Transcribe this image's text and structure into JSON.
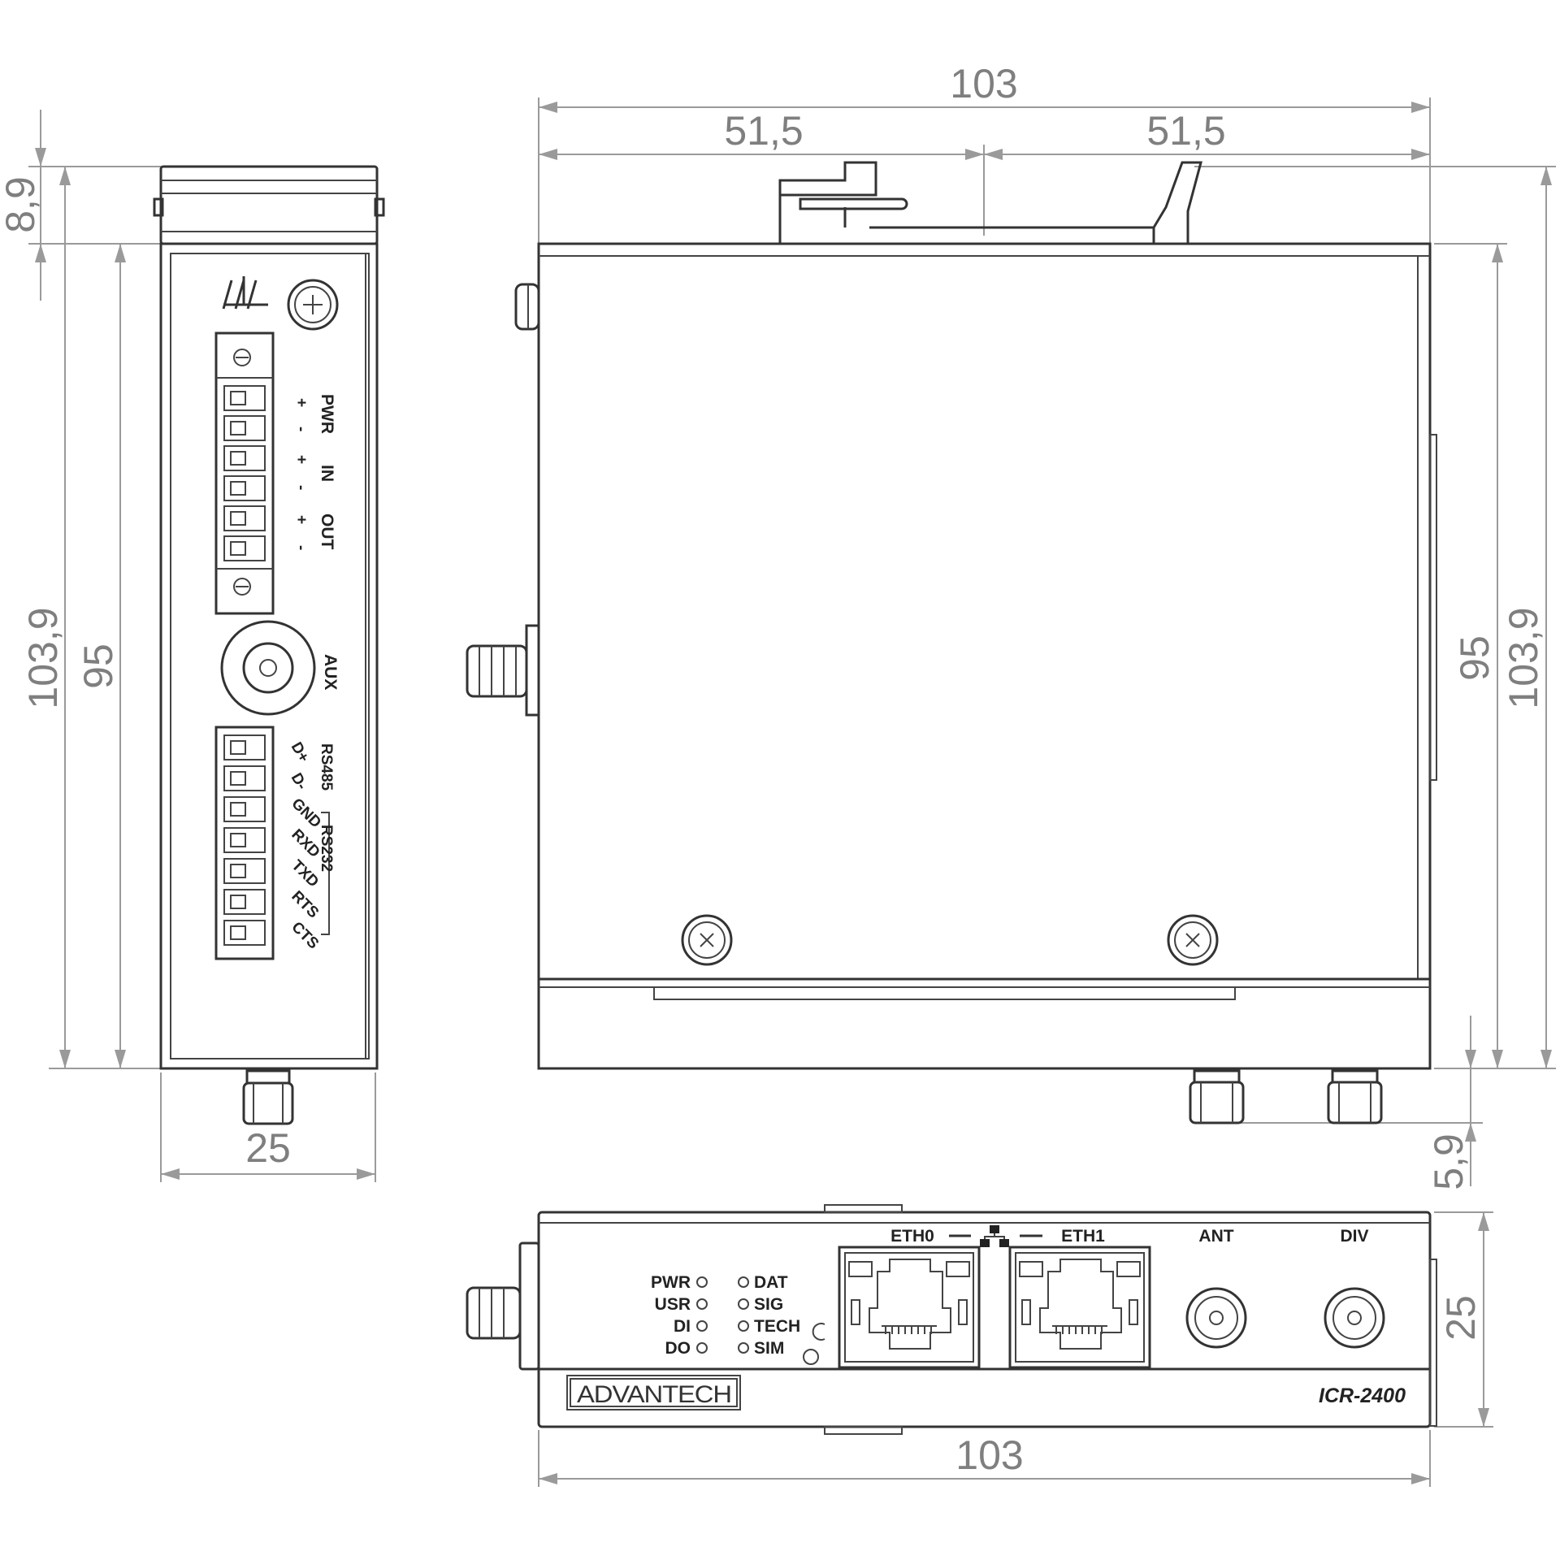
{
  "dimensions": {
    "side_total_height": "103,9",
    "side_body_height": "95",
    "side_top_offset": "8,9",
    "side_width": "25",
    "top_width": "103",
    "top_half_left": "51,5",
    "top_half_right": "51,5",
    "top_right_body_height": "95",
    "top_right_total_height": "103,9",
    "antenna_offset": "5,9",
    "front_width": "103",
    "front_height": "25"
  },
  "side_panel": {
    "power_labels": [
      "PWR",
      "IN",
      "OUT"
    ],
    "power_pins": [
      "+",
      "-",
      "+",
      "-",
      "+",
      "-"
    ],
    "aux_label": "AUX",
    "rs485_label": "RS485",
    "rs232_label": "RS232",
    "serial_pins": [
      "D+",
      "D-",
      "GND",
      "RXD",
      "TXD",
      "RTS",
      "CTS"
    ]
  },
  "front_panel": {
    "leds_left": [
      "PWR",
      "USR",
      "DI",
      "DO"
    ],
    "leds_right": [
      "DAT",
      "SIG",
      "TECH",
      "SIM"
    ],
    "eth0": "ETH0",
    "eth1": "ETH1",
    "ant": "ANT",
    "div": "DIV",
    "brand": "ADVANTECH",
    "model": "ICR-2400"
  },
  "colors": {
    "line": "#333333",
    "dimension": "#9a9a9a",
    "dimension_text": "#7f7f7f"
  },
  "icons": [
    "ground-icon",
    "screw-icon",
    "network-icon"
  ]
}
